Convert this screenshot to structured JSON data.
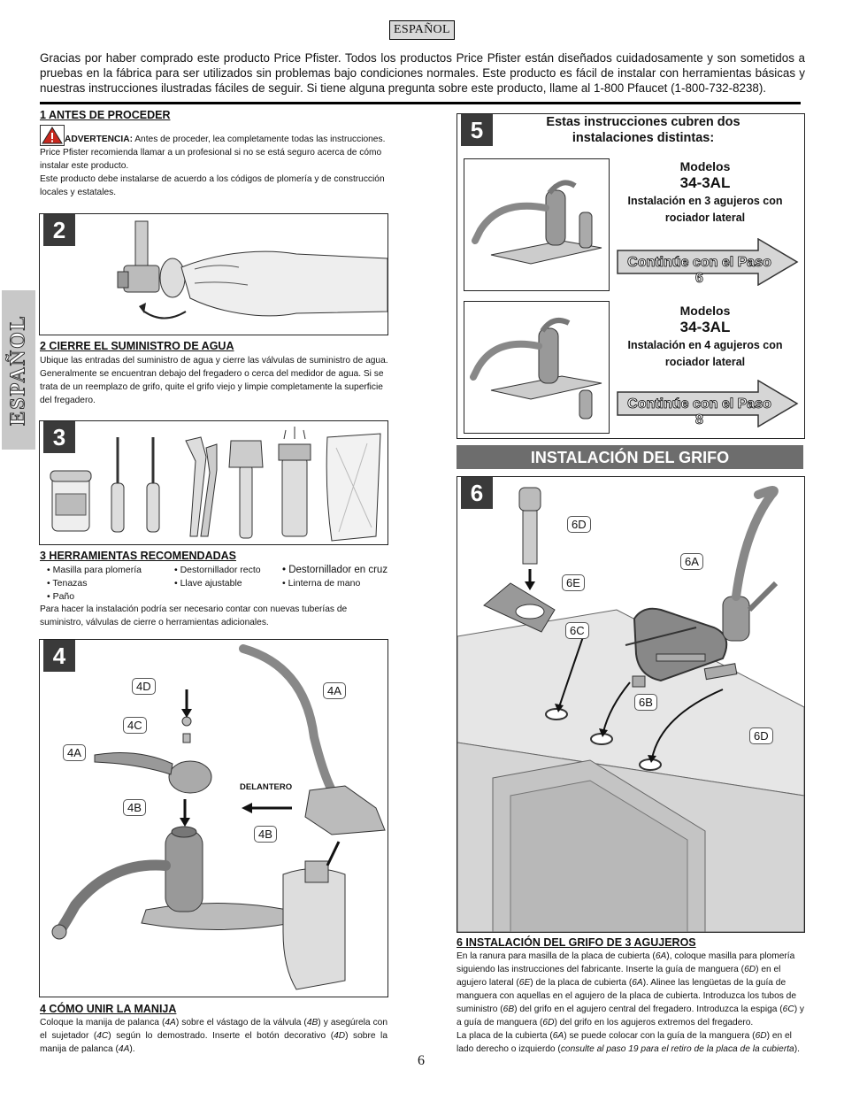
{
  "language_badge": "ESPAÑOL",
  "side_tab": "ESPAÑOL",
  "intro": "Gracias por haber comprado este producto Price Pfister. Todos los productos Price Pfister están diseñados cuidadosamente y son sometidos a pruebas en la fábrica para ser utilizados sin problemas bajo condiciones normales. Este producto es fácil de instalar con herramientas básicas y nuestras instrucciones ilustradas fáciles de seguir. Si tiene alguna pregunta sobre este producto, llame al 1-800 Pfaucet (1-800-732-8238).",
  "step1": {
    "heading": "1  ANTES DE PROCEDER",
    "warning_label": "ADVERTENCIA:",
    "warning_text": " Antes de proceder, lea completamente todas las instrucciones.",
    "line2": "Price Pfister recomienda llamar a un profesional si no se está seguro acerca de cómo instalar este producto.",
    "line3": "Este producto debe instalarse de acuerdo a los códigos de plomería y de construcción locales y estatales."
  },
  "step2": {
    "number": "2",
    "heading": "2   CIERRE EL SUMINISTRO DE AGUA",
    "text": "Ubique las entradas del suministro de agua y cierre las válvulas de suministro de agua. Generalmente se encuentran debajo del fregadero o cerca del medidor de agua. Si se trata de un reemplazo de grifo, quite el grifo viejo y limpie completamente la superficie del fregadero."
  },
  "step3": {
    "number": "3",
    "heading": "3  HERRAMIENTAS RECOMENDADAS",
    "col1": [
      "• Masilla para plomería",
      "• Tenazas",
      "• Paño"
    ],
    "col2": [
      "• Destornillador recto",
      "• Llave ajustable"
    ],
    "col3": [
      "• Destornillador en cruz",
      "• Linterna de mano"
    ],
    "text": "Para hacer la instalación podría ser necesario contar con nuevas tuberías de suministro, válvulas de cierre o herramientas adicionales."
  },
  "step4": {
    "number": "4",
    "heading": "4  CÓMO UNIR LA MANIJA",
    "labels": {
      "d": "4D",
      "c": "4C",
      "a_left": "4A",
      "a_right": "4A",
      "b_left": "4B",
      "b_right": "4B",
      "front": "DELANTERO"
    },
    "text_parts": [
      "Coloque la manija de palanca (",
      "4A",
      ") sobre el vástago de la válvula (",
      "4B",
      ") y asegúrela con el sujetador (",
      "4C",
      ") según lo demostrado. Inserte el botón decorativo (",
      "4D",
      ") sobre la manija de palanca (",
      "4A",
      ")."
    ]
  },
  "step5": {
    "number": "5",
    "header": "Estas instrucciones cubren dos instalaciones distintas:",
    "option1": {
      "title": "Modelos",
      "model": "34-3AL",
      "desc": "Instalación en 3 agujeros con rociador lateral",
      "button": "Continúe con el Paso 6"
    },
    "option2": {
      "title": "Modelos",
      "model": "34-3AL",
      "desc": "Instalación en 4 agujeros con rociador lateral",
      "button": "Continúe con el Paso 8"
    }
  },
  "section_band": "INSTALACIÓN DEL GRIFO",
  "step6": {
    "number": "6",
    "labels": {
      "d_top": "6D",
      "e": "6E",
      "a": "6A",
      "c": "6C",
      "b": "6B",
      "d_right": "6D"
    },
    "heading": "6  INSTALACIÓN DEL GRIFO DE 3 AGUJEROS",
    "p1_parts": [
      "En la ranura para masilla de la placa de cubierta (",
      "6A",
      "), coloque masilla para plomería siguiendo las instrucciones del fabricante. Inserte la guía de manguera (",
      "6D",
      ") en el agujero lateral (",
      "6E",
      ") de la placa de cubierta (",
      "6A",
      "). Alinee las lengüetas de la guía de manguera con aquellas en el agujero de la placa de cubierta. Introduzca los tubos de suministro (",
      "6B",
      ") del grifo en el agujero central del fregadero. Introduzca la espiga (",
      "6C",
      ") y a guía de manguera (",
      "6D",
      ") del grifo en los agujeros extremos del fregadero."
    ],
    "p2_parts": [
      "La placa de la cubierta (",
      "6A",
      ") se puede colocar con la guía de la manguera (",
      "6D",
      ") en el lado derecho o izquierdo (",
      "consulte al paso 19 para el retiro de la placa de la cubierta",
      ")."
    ]
  },
  "page_number": "6",
  "colors": {
    "dark": "#3a3a3a",
    "band": "#6d6d6d",
    "sidebar": "#c8c8c8",
    "badge": "#d9d9d9"
  }
}
